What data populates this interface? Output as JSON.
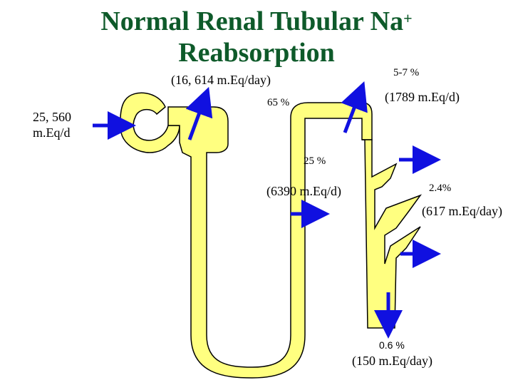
{
  "title": {
    "line1": "Normal Renal Tubular Na",
    "superscript": "+",
    "line2": "Reabsorption"
  },
  "labels": {
    "filtered_load": "25, 560",
    "filtered_unit": "m.Eq/d",
    "proximal_amount": "(16, 614 m.Eq/day)",
    "proximal_percent": "65 %",
    "loop_percent": "25 %",
    "loop_amount": "(6390 m.Eq/d)",
    "distal_percent": "5-7 %",
    "distal_amount": "(1789 m.Eq/d)",
    "cortical_cd_percent": "2.4%",
    "cortical_cd_amount": "(617 m.Eq/day)",
    "excreted_percent": "0.6  %",
    "excreted_amount": "(150 m.Eq/day)"
  },
  "colors": {
    "tubule_fill": "#ffff80",
    "tubule_stroke": "#000000",
    "arrow": "#1010e0",
    "title": "#0e5a2a"
  }
}
